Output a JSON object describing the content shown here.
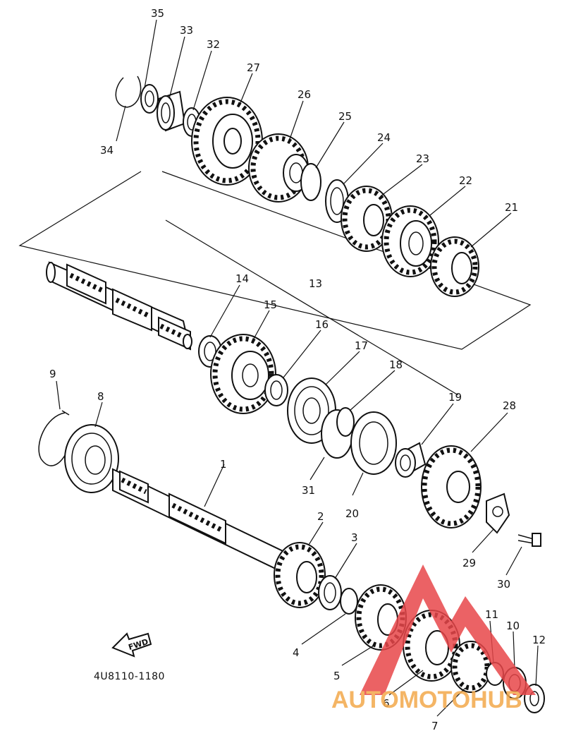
{
  "diagram": {
    "reference_code": "4U8110-1180",
    "fwd_label": "FWD",
    "callouts": [
      {
        "n": "1",
        "id": "1"
      },
      {
        "n": "2",
        "id": "2"
      },
      {
        "n": "3",
        "id": "3"
      },
      {
        "n": "4",
        "id": "4"
      },
      {
        "n": "5",
        "id": "5"
      },
      {
        "n": "6",
        "id": "6"
      },
      {
        "n": "7",
        "id": "7"
      },
      {
        "n": "8",
        "id": "8"
      },
      {
        "n": "9",
        "id": "9"
      },
      {
        "n": "10",
        "id": "10"
      },
      {
        "n": "11",
        "id": "11"
      },
      {
        "n": "12",
        "id": "12"
      },
      {
        "n": "13",
        "id": "13"
      },
      {
        "n": "14",
        "id": "14"
      },
      {
        "n": "15",
        "id": "15"
      },
      {
        "n": "16",
        "id": "16"
      },
      {
        "n": "17",
        "id": "17"
      },
      {
        "n": "18",
        "id": "18"
      },
      {
        "n": "19",
        "id": "19"
      },
      {
        "n": "20",
        "id": "20"
      },
      {
        "n": "21",
        "id": "21"
      },
      {
        "n": "22",
        "id": "22"
      },
      {
        "n": "23",
        "id": "23"
      },
      {
        "n": "24",
        "id": "24"
      },
      {
        "n": "25",
        "id": "25"
      },
      {
        "n": "26",
        "id": "26"
      },
      {
        "n": "27",
        "id": "27"
      },
      {
        "n": "28",
        "id": "28"
      },
      {
        "n": "29",
        "id": "29"
      },
      {
        "n": "30",
        "id": "30"
      },
      {
        "n": "31",
        "id": "31"
      },
      {
        "n": "32",
        "id": "32"
      },
      {
        "n": "33",
        "id": "33"
      },
      {
        "n": "34",
        "id": "34"
      },
      {
        "n": "35",
        "id": "35"
      }
    ]
  },
  "watermark": {
    "text": "AUTOMOTOHUB",
    "color_red": "#e8474a",
    "color_orange": "#f3a94b",
    "color_gray": "#8a8a8a"
  }
}
